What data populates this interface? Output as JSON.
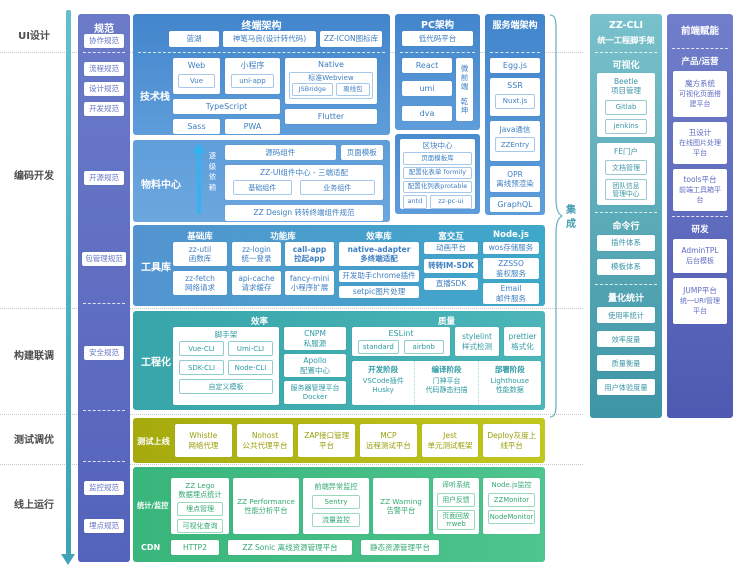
{
  "colors": {
    "blue": "#4486cd",
    "arrow_blue": "#35b2ef",
    "teal": "#38a6ab",
    "olive": "#aeb312",
    "green": "#3bb77e",
    "indigo": "#5f6cc3",
    "cyan_accent": "#4a9fb3",
    "spec_purple": "#6b7ac9"
  },
  "phases": [
    "UI设计",
    "编码开发",
    "构建联调",
    "测试调优",
    "线上运行"
  ],
  "integration": "集成",
  "spec": {
    "title": "规范",
    "items": [
      "协作规范",
      "流程规范",
      "设计规范",
      "开发规范",
      "开源规范",
      "包管理规范",
      "安全规范",
      "监控规范",
      "埋点规范"
    ]
  },
  "terminal": {
    "title": "终端架构",
    "tools": [
      "蓝湖",
      "神笔马良(设计转代码)",
      "ZZ-ICON图标库"
    ],
    "stack_label": "技术栈",
    "web": {
      "t": "Web",
      "item": "Vue"
    },
    "mini": {
      "t": "小程序",
      "item": "uni-app"
    },
    "native": {
      "t": "Native",
      "webview": "标准Webview",
      "bridge": "JSBridge",
      "offline": "离线包"
    },
    "flutter": "Flutter",
    "typescript": "TypeScript",
    "sass": "Sass",
    "pwa": "PWA"
  },
  "pc": {
    "title": "PC架构",
    "lowcode": "低代码平台",
    "react": "React",
    "umi": "umi",
    "dva": "dva",
    "micro": "微前端",
    "qiankun": "乾坤",
    "block": {
      "title": "区块中心",
      "items": [
        "页面模板库",
        "配置化表单 formily",
        "配置化列表protable"
      ],
      "antd": "antd",
      "zzpcui": "zz-pc-ui"
    }
  },
  "server": {
    "title": "服务端架构",
    "egg": "Egg.js",
    "ssr": {
      "t": "SSR",
      "item": "Nuxt.js"
    },
    "java": {
      "t": "Java通信",
      "item": "ZZEntry"
    },
    "opr": {
      "l1": "OPR",
      "l2": "离线预渲染"
    },
    "graphql": "GraphQL"
  },
  "material": {
    "label": "物料中心",
    "dep": "逐级依赖",
    "source": "源码组件",
    "page_tpl": "页面模板",
    "ui_center": {
      "t": "ZZ-UI组件中心 - 三端适配",
      "base": "基础组件",
      "biz": "业务组件"
    },
    "design": "ZZ Design 转转终端组件规范"
  },
  "toollib": {
    "label": "工具库",
    "headers": [
      "基础库",
      "功能库",
      "效率库",
      "富交互",
      "Node.js"
    ],
    "base": [
      {
        "l1": "zz-util",
        "l2": "函数库"
      },
      {
        "l1": "zz-fetch",
        "l2": "网络请求"
      }
    ],
    "func_a": [
      {
        "l1": "zz-login",
        "l2": "统一登录"
      },
      {
        "l1": "api-cache",
        "l2": "请求缓存"
      }
    ],
    "func_b": [
      {
        "l1": "call-app",
        "l2": "拉起app"
      },
      {
        "l1": "fancy-mini",
        "l2": "小程序扩展"
      }
    ],
    "eff": [
      {
        "l1": "native-adapter",
        "l2": "多终端适配"
      },
      {
        "l1": "开发助手chrome插件"
      },
      {
        "l1": "setpic图片处理"
      }
    ],
    "rich": [
      "动画平台",
      "转转IM-SDK",
      "直播SDK"
    ],
    "node": [
      {
        "l1": "wos存储服务"
      },
      {
        "l1": "ZZSSO",
        "l2": "鉴权服务"
      },
      {
        "l1": "Email",
        "l2": "邮件服务"
      }
    ]
  },
  "engineering": {
    "label": "工程化",
    "eff_header": "效率",
    "quality_header": "质量",
    "scaffold": {
      "t": "脚手架",
      "clis": [
        "Vue-CLI",
        "Umi-CLI",
        "SDK-CLI",
        "Node-CLI"
      ],
      "custom": "自定义模板"
    },
    "cnpm": {
      "l1": "CNPM",
      "l2": "私服源"
    },
    "apollo": {
      "l1": "Apollo",
      "l2": "配置中心"
    },
    "docker": {
      "l1": "服务器管理平台",
      "l2": "Docker"
    },
    "eslint": {
      "t": "ESLint",
      "items": [
        "standard",
        "airbnb"
      ]
    },
    "stylelint": {
      "l1": "stylelint",
      "l2": "样式检测"
    },
    "prettier": {
      "l1": "prettier",
      "l2": "格式化"
    },
    "stages": [
      {
        "t": "开发阶段",
        "l1": "VSCode插件",
        "l2": "Husky"
      },
      {
        "t": "编译阶段",
        "l1": "门神平台",
        "l2": "代码静态扫描"
      },
      {
        "t": "部署阶段",
        "l1": "Lighthouse",
        "l2": "性能数据"
      }
    ]
  },
  "testing": {
    "label": "测试上线",
    "items": [
      {
        "l1": "Whistle",
        "l2": "网络代理"
      },
      {
        "l1": "Nohost",
        "l2": "公共代理平台"
      },
      {
        "l1": "ZAP接口管理",
        "l2": "平台"
      },
      {
        "l1": "MCP",
        "l2": "远程测试平台"
      },
      {
        "l1": "Jest",
        "l2": "单元测试框架"
      },
      {
        "l1": "Deploy灰度上",
        "l2": "线平台"
      }
    ]
  },
  "monitoring": {
    "label": "统计/监控",
    "lego": {
      "l1": "ZZ Lego",
      "l2": "数据埋点统计",
      "items": [
        "埋点管理",
        "可视化查询"
      ]
    },
    "perf": {
      "l1": "ZZ Performance",
      "l2": "性能分析平台"
    },
    "err": {
      "t": "前端异常监控",
      "items": [
        "Sentry",
        "流量监控"
      ]
    },
    "warning": {
      "l1": "ZZ Warning",
      "l2": "告警平台"
    },
    "diting": {
      "t": "谛听系统",
      "chip1": "用户反馈",
      "chip2": {
        "l1": "页面回放",
        "l2": "rrweb"
      }
    },
    "nodemon": {
      "t": "Node.js监控",
      "items": [
        "ZZMonitor",
        "NodeMonitor"
      ]
    }
  },
  "cdn": {
    "label": "CDN",
    "items": [
      "HTTP2",
      "ZZ Sonic 离线资源管理平台",
      "静态资源管理平台"
    ]
  },
  "zzcli": {
    "t1": "ZZ-CLI",
    "t2": "统一工程脚手架",
    "viz": {
      "header": "可视化",
      "beetle": {
        "l1": "Beetle",
        "l2": "项目管理",
        "items": [
          "Gitlab",
          "jenkins"
        ]
      },
      "portal": {
        "t": "FE门户",
        "chip1": "文档管理",
        "chip2": {
          "l1": "团队信息",
          "l2": "管理中心"
        }
      }
    },
    "cli": {
      "header": "命令行",
      "items": [
        "插件体系",
        "模板体系"
      ]
    },
    "stats": {
      "header": "量化统计",
      "items": [
        "使用率统计",
        "效率度量",
        "质量衡量",
        "用户体验度量"
      ]
    }
  },
  "empower": {
    "title": "前端赋能",
    "product": {
      "header": "产品/运营",
      "boxes": [
        {
          "t": "魔方系统",
          "s": "可视化页面搭建平台"
        },
        {
          "t": "丑设计",
          "s": "在线图片处理平台"
        },
        {
          "t": "tools平台",
          "s": "前端工具箱平台"
        }
      ]
    },
    "rd": {
      "header": "研发",
      "boxes": [
        {
          "t": "AdminTPL",
          "s": "后台模板"
        },
        {
          "t": "JUMP平台",
          "s": "统一URI管理平台"
        }
      ]
    }
  }
}
